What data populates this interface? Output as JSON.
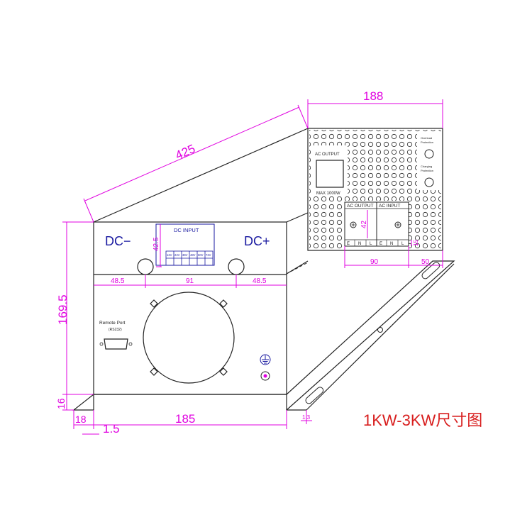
{
  "caption": "1KW-3KW尺寸图",
  "front_panel": {
    "dc_minus": "DC−",
    "dc_plus": "DC+",
    "dc_input_title": "DC INPUT",
    "dc_input_options": [
      "12V",
      "24V",
      "36V",
      "48V",
      "60V",
      "72V"
    ],
    "remote_port_label": "Remote Port",
    "remote_port_sub": "(RS232)"
  },
  "rear_panel": {
    "ac_output_label": "AC OUTPUT",
    "max_label": "MAX 1000W",
    "terminal_left_title": "AC OUTPUT",
    "terminal_right_title": "AC INPUT",
    "terminal_left_pins": [
      "E",
      "N",
      "L"
    ],
    "terminal_right_pins": [
      "E",
      "N",
      "L"
    ],
    "overload_label_1": "Overload",
    "overload_label_2": "Protection",
    "charging_label_1": "Charging",
    "charging_label_2": "Protection"
  },
  "dimensions": {
    "length": "425",
    "rear_width": "188",
    "height": "169.5",
    "foot_height": "16",
    "front_width": "185",
    "foot_left": "18",
    "sheet_thickness": "1.5",
    "flange": "1.3",
    "hole_offset_left": "48.5",
    "hole_spacing": "91",
    "hole_offset_right": "48.5",
    "hole_vertical": "42.5",
    "terminal_spacing": "90",
    "terminal_edge": "50",
    "terminal_height": "42",
    "terminal_side": "15"
  }
}
